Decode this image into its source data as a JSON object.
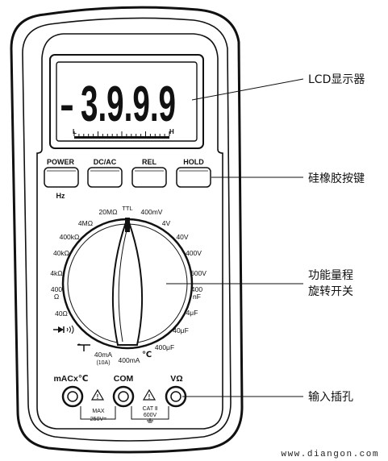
{
  "display": {
    "sign": "-",
    "digits": "3.9.9.9",
    "bar_low": "L",
    "bar_high": "H"
  },
  "buttons": {
    "power": "POWER",
    "dcac": "DC/AC",
    "rel": "REL",
    "hold": "HOLD",
    "hz": "Hz"
  },
  "dial": {
    "ranges": {
      "r20m": "20MΩ",
      "ttl": "TTL",
      "v400m": "400mV",
      "r4m": "4MΩ",
      "v4": "4V",
      "r400k": "400kΩ",
      "v40": "40V",
      "r40k": "40kΩ",
      "v400": "400V",
      "r4k": "4kΩ",
      "v600": "600V",
      "r400_num": "400",
      "r400_unit": "Ω",
      "nf400_num": "400",
      "nf400_unit": "nF",
      "r40": "40Ω",
      "uf4": "4μF",
      "uf40": "40μF",
      "uf400": "400μF",
      "ma40": "40mA",
      "ma40_sub": "(10A)",
      "ma400": "400mA",
      "temp": "℃"
    }
  },
  "jacks": {
    "left_label": "mACx℃",
    "com_label": "COM",
    "right_label": "VΩ",
    "max": "MAX",
    "max_rating": "250V=",
    "cat": "CAT Ⅱ",
    "cat_rating": "600V"
  },
  "callouts": {
    "lcd": "LCD显示器",
    "buttons": "硅橡胶按键",
    "dial_line1": "功能量程",
    "dial_line2": "旋转开关",
    "jacks": "输入插孔"
  },
  "watermark": "www.diangon.com"
}
